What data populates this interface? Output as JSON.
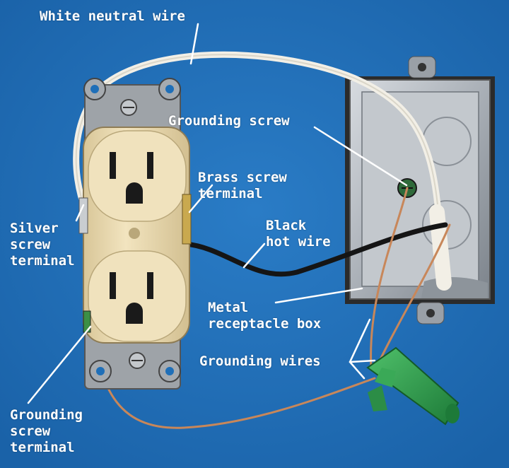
{
  "labels": {
    "white_neutral_wire": "White neutral wire",
    "grounding_screw": "Grounding screw",
    "brass_screw_terminal": "Brass screw\nterminal",
    "silver_screw_terminal": "Silver\nscrew\nterminal",
    "black_hot_wire": "Black\nhot wire",
    "metal_receptacle_box": "Metal\nreceptacle box",
    "grounding_wires": "Grounding wires",
    "grounding_screw_terminal": "Grounding\nscrew\nterminal"
  },
  "colors": {
    "background": "#1f6fb8",
    "receptacle": "#ecdcb3",
    "metal_box": "#b9bec4",
    "white_wire": "#f2efe6",
    "black_wire": "#151515",
    "copper_wire": "#c8875a",
    "wire_nut": "#2e9a4c",
    "label_text": "#ffffff"
  },
  "icons": [
    "duplex-receptacle",
    "metal-box",
    "wire-nut",
    "screw"
  ]
}
